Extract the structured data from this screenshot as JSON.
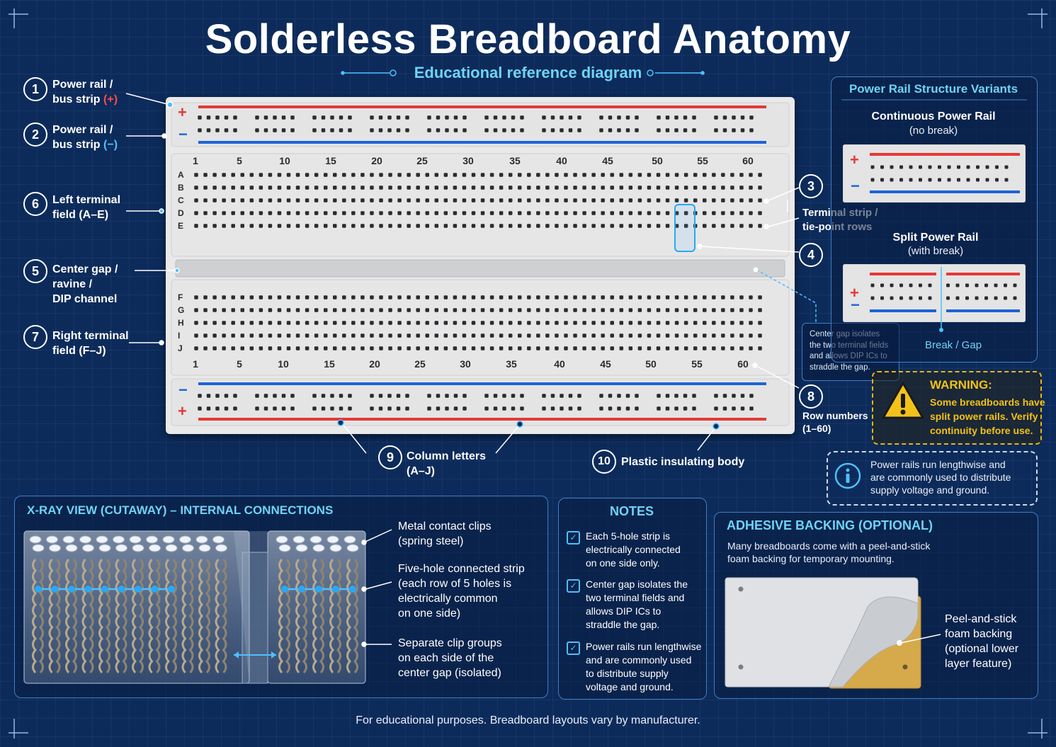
{
  "title": "Solderless Breadboard Anatomy",
  "subtitle": "Educational reference diagram",
  "callouts": [
    {
      "n": "1",
      "line1": "Power rail /",
      "line2": "bus strip",
      "sign": "(+)"
    },
    {
      "n": "2",
      "line1": "Power rail /",
      "line2": "bus strip",
      "sign": "(−)"
    },
    {
      "n": "6",
      "line1": "Left terminal",
      "line2": "field (A–E)"
    },
    {
      "n": "5",
      "line1": "Center gap /",
      "line2": "ravine /",
      "line3": "DIP channel"
    },
    {
      "n": "7",
      "line1": "Right terminal",
      "line2": "field (F–J)"
    },
    {
      "n": "3"
    },
    {
      "n": "4"
    },
    {
      "n": "8"
    },
    {
      "n": "9",
      "line1": "Column letters",
      "line2": "(A–J)"
    },
    {
      "n": "10",
      "line1": "Plastic insulating body"
    }
  ],
  "terminal_strip_label": {
    "line1": "Terminal strip /",
    "line2": "tie-point rows"
  },
  "row_numbers_label": {
    "line1": "Row numbers",
    "line2": "(1–60)"
  },
  "board": {
    "plus_sign": "+",
    "minus_sign": "−",
    "row_letters_top": [
      "A",
      "B",
      "C",
      "D",
      "E"
    ],
    "row_letters_bottom": [
      "F",
      "G",
      "H",
      "I",
      "J"
    ],
    "column_numbers": [
      "1",
      "5",
      "10",
      "15",
      "20",
      "25",
      "30",
      "35",
      "40",
      "45",
      "50",
      "55",
      "60"
    ]
  },
  "center_gap_note": {
    "line1": "Center gap isolates",
    "line2": "the two terminal fields",
    "line3": "and allows DIP ICs to",
    "line4": "straddle the gap."
  },
  "variants": {
    "heading": "Power Rail Structure Variants",
    "continuous_title": "Continuous Power Rail",
    "continuous_sub": "(no break)",
    "split_title": "Split Power Rail",
    "split_sub": "(with break)",
    "break_label": "Break / Gap",
    "plus": "+",
    "minus": "−"
  },
  "warning": {
    "title": "WARNING:",
    "line1": "Some breadboards have",
    "line2": "split power rails. Verify",
    "line3": "continuity before use."
  },
  "info": {
    "line1": "Power rails run lengthwise and",
    "line2": "are commonly used to distribute",
    "line3": "supply voltage and ground."
  },
  "xray": {
    "heading": "X-RAY VIEW (CUTAWAY) – INTERNAL CONNECTIONS",
    "label1": {
      "line1": "Metal contact clips",
      "line2": "(spring steel)"
    },
    "label2": {
      "line1": "Five-hole connected strip",
      "line2": "(each row of 5 holes is",
      "line3": "electrically common",
      "line4": "on one side)"
    },
    "label3": {
      "line1": "Separate clip groups",
      "line2": "on each side of the",
      "line3": "center gap (isolated)"
    }
  },
  "notes": {
    "heading": "NOTES",
    "items": [
      {
        "line1": "Each 5-hole strip is",
        "line2": "electrically connected",
        "line3": "on one side only."
      },
      {
        "line1": "Center gap isolates the",
        "line2": "two terminal fields and",
        "line3": "allows DIP ICs to",
        "line4": "straddle the gap."
      },
      {
        "line1": "Power rails run lengthwise",
        "line2": "and are commonly used",
        "line3": "to distribute supply",
        "line4": "voltage and ground."
      }
    ]
  },
  "adhesive": {
    "heading": "ADHESIVE BACKING (OPTIONAL)",
    "desc1": "Many breadboards come with a peel-and-stick",
    "desc2": "foam backing for temporary mounting.",
    "label": {
      "line1": "Peel-and-stick",
      "line2": "foam backing",
      "line3": "(optional lower",
      "line4": "layer feature)"
    }
  },
  "footer": "For educational purposes. Breadboard layouts vary by manufacturer.",
  "colors": {
    "background": "#0d2b5a",
    "accent": "#6fd3f5",
    "rail_red": "#e53935",
    "rail_blue": "#1e63d6",
    "warning": "#e8b712"
  }
}
